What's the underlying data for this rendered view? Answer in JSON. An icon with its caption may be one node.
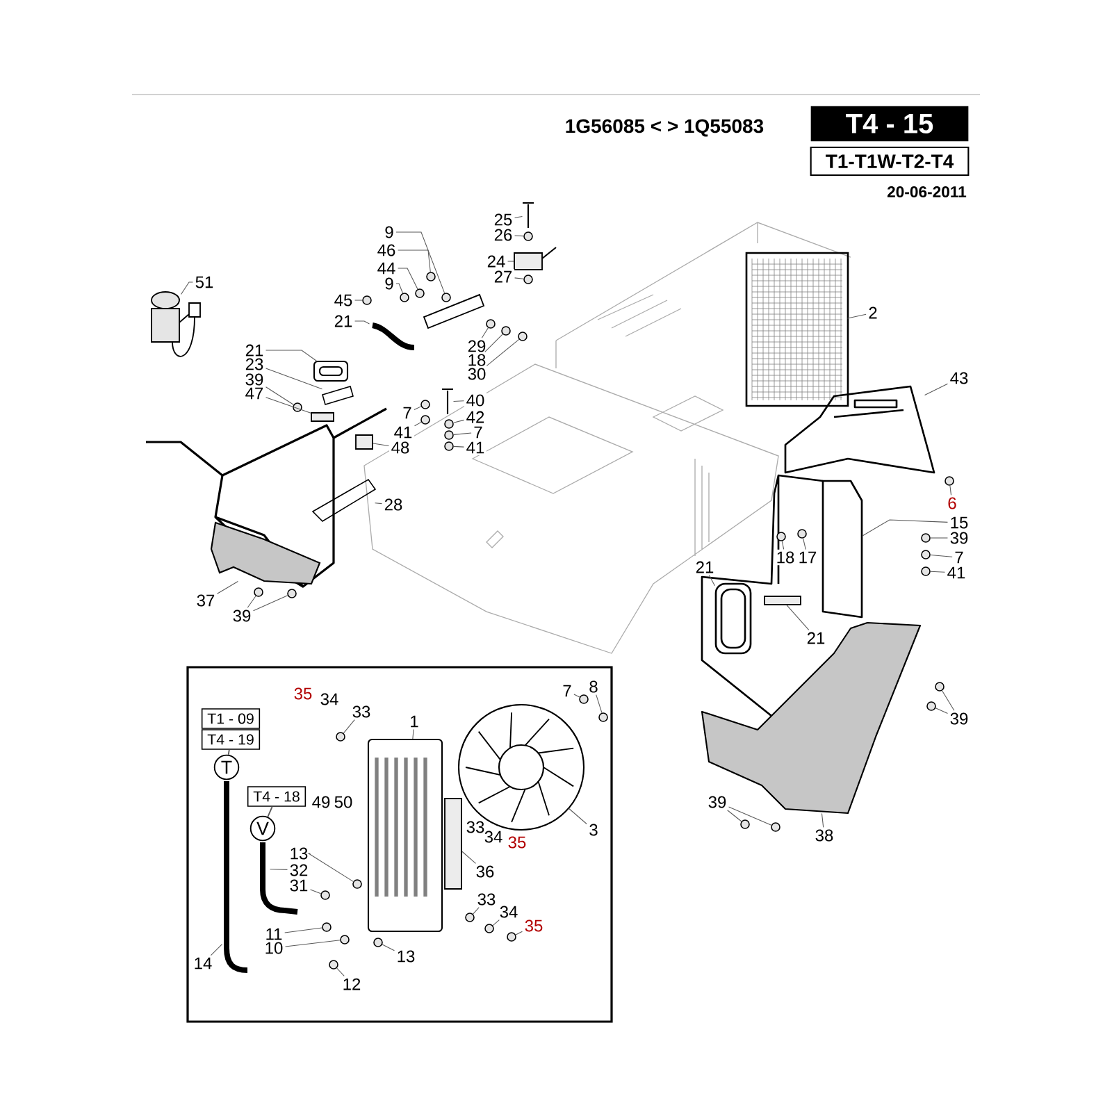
{
  "diagram": {
    "nodes": [
      {
        "text": [
          "T4 - 15"
        ]
      },
      {
        "text": [
          "T1-T1W-T2-T4"
        ]
      },
      {
        "text": [
          "T1 - 09"
        ]
      },
      {
        "text": [
          "T4 - 19"
        ]
      },
      {
        "text": [
          "T"
        ]
      },
      {
        "text": [
          "T4 - 18"
        ]
      },
      {
        "text": [
          "V"
        ]
      },
      {
        "text": [
          "51"
        ]
      },
      {
        "text": [
          "9"
        ]
      },
      {
        "text": [
          "46"
        ]
      },
      {
        "text": [
          "44"
        ]
      },
      {
        "text": [
          "9"
        ]
      },
      {
        "text": [
          "45"
        ]
      },
      {
        "text": [
          "21"
        ]
      },
      {
        "text": [
          "25"
        ]
      },
      {
        "text": [
          "26"
        ]
      },
      {
        "text": [
          "24"
        ]
      },
      {
        "text": [
          "27"
        ]
      },
      {
        "text": [
          "21"
        ]
      },
      {
        "text": [
          "23"
        ]
      },
      {
        "text": [
          "39"
        ]
      },
      {
        "text": [
          "47"
        ]
      },
      {
        "text": [
          "29"
        ]
      },
      {
        "text": [
          "18"
        ]
      },
      {
        "text": [
          "30"
        ]
      },
      {
        "text": [
          "40"
        ]
      },
      {
        "text": [
          "42"
        ]
      },
      {
        "text": [
          "7"
        ]
      },
      {
        "text": [
          "7"
        ]
      },
      {
        "text": [
          "41"
        ]
      },
      {
        "text": [
          "41"
        ]
      },
      {
        "text": [
          "48"
        ]
      },
      {
        "text": [
          "28"
        ]
      },
      {
        "text": [
          "37"
        ]
      },
      {
        "text": [
          "39"
        ]
      },
      {
        "text": [
          "2"
        ]
      },
      {
        "text": [
          "43"
        ]
      },
      {
        "text": [
          "6"
        ]
      },
      {
        "text": [
          "15"
        ]
      },
      {
        "text": [
          "39"
        ]
      },
      {
        "text": [
          "7"
        ]
      },
      {
        "text": [
          "41"
        ]
      },
      {
        "text": [
          "18"
        ]
      },
      {
        "text": [
          "17"
        ]
      },
      {
        "text": [
          "21"
        ]
      },
      {
        "text": [
          "21"
        ]
      },
      {
        "text": [
          "39"
        ]
      },
      {
        "text": [
          "39"
        ]
      },
      {
        "text": [
          "38"
        ]
      },
      {
        "text": [
          "33"
        ]
      },
      {
        "text": [
          "1"
        ]
      },
      {
        "text": [
          "7"
        ]
      },
      {
        "text": [
          "8"
        ]
      },
      {
        "text": [
          "13"
        ]
      },
      {
        "text": [
          "32"
        ]
      },
      {
        "text": [
          "31"
        ]
      },
      {
        "text": [
          "3"
        ]
      },
      {
        "text": [
          "36"
        ]
      },
      {
        "text": [
          "11"
        ]
      },
      {
        "text": [
          "10"
        ]
      },
      {
        "text": [
          "33"
        ]
      },
      {
        "text": [
          "34"
        ]
      },
      {
        "text": [
          "35"
        ]
      },
      {
        "text": [
          "13"
        ]
      },
      {
        "text": [
          "14"
        ]
      },
      {
        "text": [
          "12"
        ]
      },
      {
        "text": [],
        "shape": "picture"
      },
      {
        "text": [],
        "shape": "circle"
      },
      {
        "text": [],
        "shape": "circle"
      },
      {
        "text": [],
        "shape": "circle"
      },
      {
        "text": [],
        "shape": "circle"
      },
      {
        "text": [],
        "shape": "circle"
      },
      {
        "text": [],
        "shape": "picture"
      },
      {
        "text": [],
        "shape": "picture"
      },
      {
        "text": [],
        "shape": "circle"
      },
      {
        "text": [],
        "shape": "box"
      },
      {
        "text": [],
        "shape": "circle"
      },
      {
        "text": [],
        "shape": "picture"
      },
      {
        "text": [],
        "shape": "picture"
      },
      {
        "text": [],
        "shape": "circle"
      },
      {
        "text": [],
        "shape": "box"
      },
      {
        "text": [],
        "shape": "circle"
      },
      {
        "text": [],
        "shape": "circle"
      },
      {
        "text": [],
        "shape": "circle"
      },
      {
        "text": [],
        "shape": "picture"
      },
      {
        "text": [],
        "shape": "circle"
      },
      {
        "text": [],
        "shape": "circle"
      },
      {
        "text": [],
        "shape": "circle"
      },
      {
        "text": [],
        "shape": "circle"
      },
      {
        "text": [],
        "shape": "circle"
      },
      {
        "text": [],
        "shape": "box"
      },
      {
        "text": [],
        "shape": "picture"
      },
      {
        "text": [],
        "shape": "picture"
      },
      {
        "text": [],
        "shape": "circle"
      },
      {
        "text": [],
        "shape": "circle"
      },
      {
        "text": [],
        "shape": "picture"
      },
      {
        "text": [],
        "shape": "picture"
      },
      {
        "text": [],
        "shape": "circle"
      },
      {
        "text": [],
        "shape": "picture"
      },
      {
        "text": [],
        "shape": "circle"
      },
      {
        "text": [],
        "shape": "circle"
      },
      {
        "text": [],
        "shape": "circle"
      },
      {
        "text": [],
        "shape": "circle"
      },
      {
        "text": [],
        "shape": "circle"
      },
      {
        "text": [],
        "shape": "picture"
      },
      {
        "text": [],
        "shape": "box"
      },
      {
        "text": [],
        "shape": "circle"
      },
      {
        "text": [],
        "shape": "circle"
      },
      {
        "text": [],
        "shape": "circle"
      },
      {
        "text": [],
        "shape": "circle"
      },
      {
        "text": [],
        "shape": "picture"
      },
      {
        "text": [],
        "shape": "circle"
      },
      {
        "text": [],
        "shape": "picture"
      },
      {
        "text": [],
        "shape": "circle"
      },
      {
        "text": [],
        "shape": "circle"
      },
      {
        "text": [],
        "shape": "circle"
      },
      {
        "text": [],
        "shape": "picture"
      },
      {
        "text": [],
        "shape": "circle"
      },
      {
        "text": [],
        "shape": "picture"
      },
      {
        "text": [],
        "shape": "box"
      },
      {
        "text": [],
        "shape": "circle"
      },
      {
        "text": [],
        "shape": "circle"
      },
      {
        "text": [],
        "shape": "circle"
      },
      {
        "text": [],
        "shape": "circle"
      },
      {
        "text": [],
        "shape": "circle"
      },
      {
        "text": [],
        "shape": "circle"
      },
      {
        "text": [],
        "shape": "picture"
      },
      {
        "text": [],
        "shape": "circle"
      }
    ],
    "edges": [
      {
        "from": 3,
        "to": 4,
        "arrow": "none"
      },
      {
        "from": 5,
        "to": 6,
        "arrow": "none"
      },
      {
        "from": 7,
        "to": 66,
        "arrow": "none"
      },
      {
        "from": 8,
        "to": 67,
        "arrow": "none"
      },
      {
        "from": 9,
        "to": 68,
        "arrow": "none"
      },
      {
        "from": 10,
        "to": 69,
        "arrow": "none"
      },
      {
        "from": 11,
        "to": 70,
        "arrow": "none"
      },
      {
        "from": 12,
        "to": 71,
        "arrow": "none"
      },
      {
        "from": 13,
        "to": 72,
        "arrow": "none"
      },
      {
        "from": 14,
        "to": 73,
        "arrow": "none"
      },
      {
        "from": 15,
        "to": 74,
        "arrow": "none"
      },
      {
        "from": 16,
        "to": 75,
        "arrow": "none"
      },
      {
        "from": 17,
        "to": 76,
        "arrow": "none"
      },
      {
        "from": 18,
        "to": 77,
        "arrow": "none"
      },
      {
        "from": 19,
        "to": 78,
        "arrow": "none"
      },
      {
        "from": 20,
        "to": 79,
        "arrow": "none"
      },
      {
        "from": 21,
        "to": 80,
        "arrow": "none"
      },
      {
        "from": 22,
        "to": 81,
        "arrow": "none"
      },
      {
        "from": 23,
        "to": 82,
        "arrow": "none"
      },
      {
        "from": 24,
        "to": 83,
        "arrow": "none"
      },
      {
        "from": 25,
        "to": 84,
        "arrow": "none"
      },
      {
        "from": 26,
        "to": 85,
        "arrow": "none"
      },
      {
        "from": 27,
        "to": 86,
        "arrow": "none"
      },
      {
        "from": 28,
        "to": 87,
        "arrow": "none"
      },
      {
        "from": 29,
        "to": 88,
        "arrow": "none"
      },
      {
        "from": 30,
        "to": 89,
        "arrow": "none"
      },
      {
        "from": 31,
        "to": 90,
        "arrow": "none"
      },
      {
        "from": 32,
        "to": 91,
        "arrow": "none"
      },
      {
        "from": 33,
        "to": 92,
        "arrow": "none"
      },
      {
        "from": 34,
        "to": 93,
        "arrow": "none"
      },
      {
        "from": 34,
        "to": 94,
        "arrow": "none"
      },
      {
        "from": 35,
        "to": 95,
        "arrow": "none"
      },
      {
        "from": 36,
        "to": 96,
        "arrow": "none"
      },
      {
        "from": 37,
        "to": 97,
        "arrow": "none"
      },
      {
        "from": 38,
        "to": 98,
        "arrow": "none"
      },
      {
        "from": 39,
        "to": 99,
        "arrow": "none"
      },
      {
        "from": 40,
        "to": 100,
        "arrow": "none"
      },
      {
        "from": 41,
        "to": 101,
        "arrow": "none"
      },
      {
        "from": 42,
        "to": 102,
        "arrow": "none"
      },
      {
        "from": 43,
        "to": 103,
        "arrow": "none"
      },
      {
        "from": 44,
        "to": 104,
        "arrow": "none"
      },
      {
        "from": 45,
        "to": 105,
        "arrow": "none"
      },
      {
        "from": 46,
        "to": 106,
        "arrow": "none"
      },
      {
        "from": 46,
        "to": 107,
        "arrow": "none"
      },
      {
        "from": 47,
        "to": 108,
        "arrow": "none"
      },
      {
        "from": 47,
        "to": 109,
        "arrow": "none"
      },
      {
        "from": 48,
        "to": 110,
        "arrow": "none"
      },
      {
        "from": 49,
        "to": 111,
        "arrow": "none"
      },
      {
        "from": 50,
        "to": 112,
        "arrow": "none"
      },
      {
        "from": 51,
        "to": 113,
        "arrow": "none"
      },
      {
        "from": 52,
        "to": 114,
        "arrow": "none"
      },
      {
        "from": 53,
        "to": 115,
        "arrow": "none"
      },
      {
        "from": 54,
        "to": 116,
        "arrow": "none"
      },
      {
        "from": 55,
        "to": 117,
        "arrow": "none"
      },
      {
        "from": 56,
        "to": 118,
        "arrow": "none"
      },
      {
        "from": 57,
        "to": 119,
        "arrow": "none"
      },
      {
        "from": 58,
        "to": 120,
        "arrow": "none"
      },
      {
        "from": 59,
        "to": 121,
        "arrow": "none"
      },
      {
        "from": 60,
        "to": 122,
        "arrow": "none"
      },
      {
        "from": 61,
        "to": 123,
        "arrow": "none"
      },
      {
        "from": 62,
        "to": 124,
        "arrow": "none"
      },
      {
        "from": 63,
        "to": 125,
        "arrow": "none"
      },
      {
        "from": 64,
        "to": 126,
        "arrow": "none"
      },
      {
        "from": 65,
        "to": 127,
        "arrow": "none"
      }
    ],
    "labels": [
      "1G56085 < > 1Q55083",
      "20-06-2011",
      "35",
      "34",
      "49",
      "50",
      "33",
      "34",
      "35"
    ]
  }
}
